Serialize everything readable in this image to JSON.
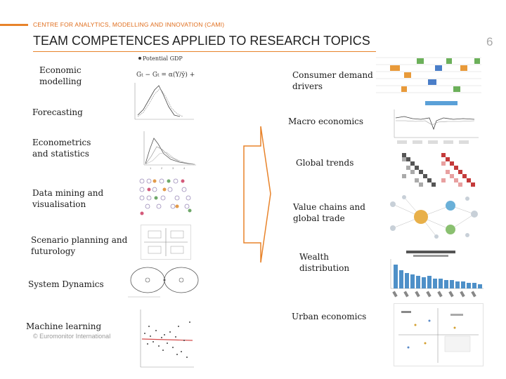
{
  "header": {
    "org": "CENTRE FOR ANALYTICS, MODELLING AND INNOVATION (CAMI)",
    "title": "TEAM COMPETENCES APPLIED TO RESEARCH TOPICS",
    "page_number": "6"
  },
  "competences": [
    "Economic\nmodelling",
    "Forecasting",
    "Econometrics\nand statistics",
    "Data mining and\nvisualisation",
    "Scenario planning and\nfuturology",
    "System Dynamics",
    "Machine learning"
  ],
  "topics": [
    "Consumer demand\ndrivers",
    "Macro economics",
    "Global trends",
    "Value chains and\nglobal trade",
    "Wealth\ndistribution",
    "Urban economics"
  ],
  "thumbnails": {
    "economic_modelling_caption": "Potential GDP"
  },
  "footer": "© Euromonitor International",
  "colors": {
    "accent": "#e8832a",
    "accent_text": "#e06d1c"
  }
}
